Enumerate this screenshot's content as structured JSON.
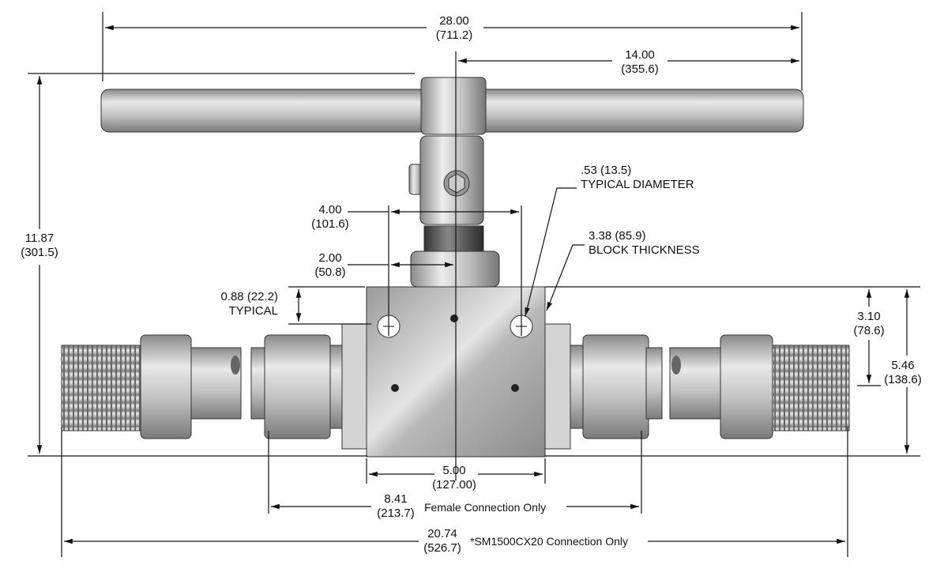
{
  "dimensions": {
    "overall_handle": {
      "value": "28.00",
      "metric": "(711.2)"
    },
    "half_handle": {
      "value": "14.00",
      "metric": "(355.6)"
    },
    "overall_height": {
      "value": "11.87",
      "metric": "(301.5)"
    },
    "hole_spacing": {
      "value": "4.00",
      "metric": "(101.6)"
    },
    "hole_to_center": {
      "value": "2.00",
      "metric": "(50.8)"
    },
    "hole_from_top": {
      "value": "0.88 (22.2)",
      "note": "TYPICAL"
    },
    "hole_diameter": {
      "value": ".53 (13.5)",
      "note": "TYPICAL DIAMETER"
    },
    "block_thickness": {
      "value": "3.38 (85.9)",
      "note": "BLOCK THICKNESS"
    },
    "port_height": {
      "value": "3.10",
      "metric": "(78.6)"
    },
    "block_height": {
      "value": "5.46",
      "metric": "(138.6)"
    },
    "block_width": {
      "value": "5.00",
      "metric": "(127.00)"
    },
    "female_length": {
      "value": "8.41",
      "metric": "(213.7)",
      "note": "Female Connection Only"
    },
    "male_length": {
      "value": "20.74",
      "metric": "(526.7)",
      "note": "*SM1500CX20 Connection Only"
    }
  },
  "colors": {
    "steel_light": "#e6e6e6",
    "steel_mid": "#b5b5b5",
    "steel_dark": "#6e6e6e"
  }
}
